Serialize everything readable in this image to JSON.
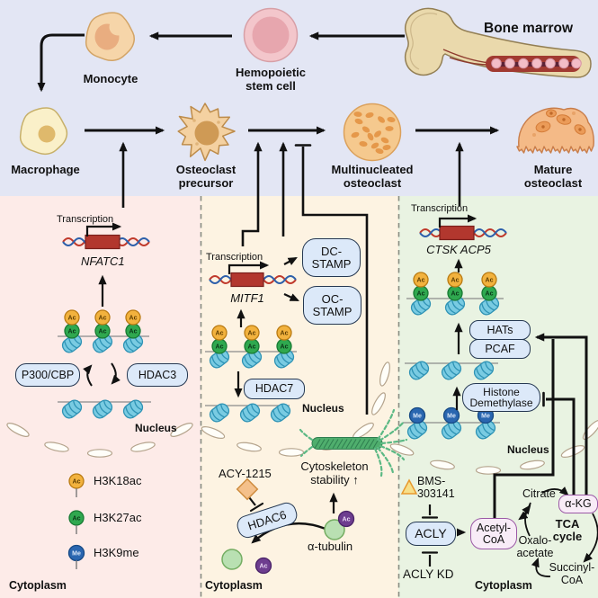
{
  "top": {
    "bone_marrow": "Bone marrow",
    "monocyte": "Monocyte",
    "hsc": "Hemopoietic stem cell",
    "macrophage": "Macrophage",
    "precursor": "Osteoclast precursor",
    "multinucleated": "Multinucleated osteoclast",
    "mature": "Mature osteoclast"
  },
  "left": {
    "transcription": "Transcription",
    "gene": "NFATC1",
    "p300": "P300/CBP",
    "hdac3": "HDAC3",
    "nucleus": "Nucleus",
    "cytoplasm": "Cytoplasm",
    "legend": [
      {
        "mark": "Ac",
        "label": "H3K18ac",
        "color": "#f2b23e"
      },
      {
        "mark": "Ac",
        "label": "H3K27ac",
        "color": "#2fa84f"
      },
      {
        "mark": "Me",
        "label": "H3K9me",
        "color": "#2a66b0"
      }
    ]
  },
  "middle": {
    "transcription": "Transcription",
    "gene": "MITF1",
    "dc_stamp": "DC-STAMP",
    "oc_stamp": "OC-STAMP",
    "hdac7": "HDAC7",
    "nucleus": "Nucleus",
    "acy": "ACY-1215",
    "hdac6": "HDAC6",
    "cytoskeleton": "Cytoskeleton stability ↑",
    "tubulin": "α-tubulin",
    "cytoplasm": "Cytoplasm"
  },
  "right": {
    "transcription": "Transcription",
    "genes": "CTSK ACP5",
    "hats": "HATs",
    "pcaf": "PCAF",
    "demethylase": "Histone Demethylase",
    "nucleus": "Nucleus",
    "bms": "BMS-303141",
    "acly": "ACLY",
    "acly_kd": "ACLY KD",
    "acetyl_coa": "Acetyl-CoA",
    "citrate": "Citrate",
    "akg": "α-KG",
    "tca_cycle": "TCA cycle",
    "oxaloacetate": "Oxalo-acetate",
    "succinyl_coa": "Succinyl-CoA",
    "cytoplasm": "Cytoplasm"
  },
  "marks": {
    "ac": "Ac",
    "me": "Me"
  },
  "colors": {
    "top_band": "#e3e6f4",
    "panel_left": "#fdebe8",
    "panel_middle": "#fdf3e2",
    "panel_right": "#e9f3e2",
    "box_fill": "#dce9f9",
    "box_border": "#253852",
    "purple_box_border": "#9b59a6",
    "gene_box": "#b2372e",
    "arrow": "#111111",
    "h3k18ac": "#f2b23e",
    "h3k27ac": "#2fa84f",
    "h3k9me": "#2a66b0",
    "tubulin_ac": "#6d3d8f",
    "nucleosome": "#79cbe2",
    "microtubule": "#4fae6d"
  }
}
